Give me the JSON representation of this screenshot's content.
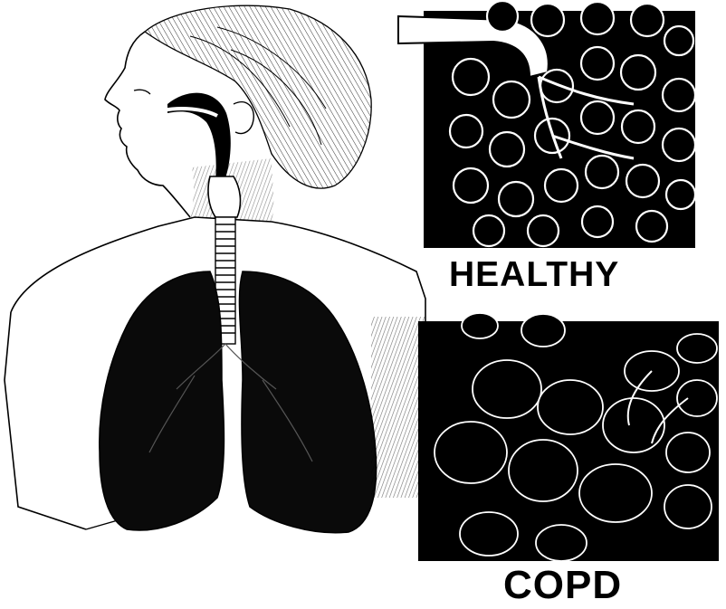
{
  "labels": {
    "healthy": "HEALTHY",
    "copd": "COPD"
  },
  "colors": {
    "ink": "#000000",
    "paper": "#ffffff",
    "lung_fill": "#0a0a0a",
    "skin_shading": "#9a9a9a"
  },
  "icons": {
    "figure": "human-torso-with-lungs-illustration",
    "healthy_panel": "healthy-alveoli-illustration",
    "copd_panel": "copd-alveoli-illustration"
  }
}
